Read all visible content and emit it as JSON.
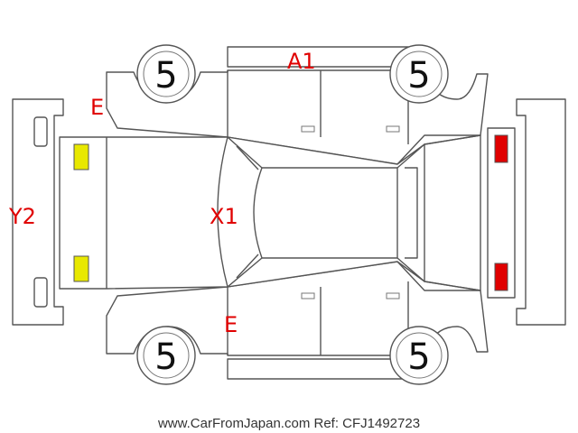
{
  "marks": {
    "front_top_label": "A1",
    "left_top_label": "E",
    "left_bottom_label": "E",
    "center_label": "X1",
    "rear_label": "Y2"
  },
  "tire_scores": {
    "front_left": "5",
    "front_right": "5",
    "rear_left": "5",
    "rear_right": "5"
  },
  "footer": {
    "text": "www.CarFromJapan.com Ref: CFJ1492723"
  },
  "colors": {
    "damage_text": "#e00000",
    "front_lamp": "#e8e800",
    "rear_lamp": "#e00000",
    "outline": "#555555"
  }
}
